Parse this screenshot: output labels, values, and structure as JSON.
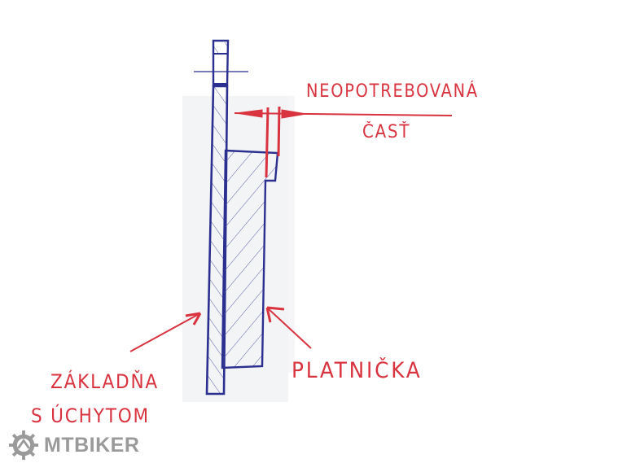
{
  "diagram": {
    "type": "hand-drawn cross-section sketch",
    "colors": {
      "ink_blue": "#2b2f8f",
      "hatch_blue": "#4a4f9e",
      "ink_red": "#d8333f",
      "watermark_gray": "#9a9a9a"
    },
    "labels": {
      "unused_part_line1": "NEOPOTREBOVANÁ",
      "unused_part_line2": "ČASŤ",
      "pad": "PLATNIČKA",
      "base_line1": "ZÁKLADŇA",
      "base_line2": "S ÚCHYTOM"
    },
    "parts": [
      {
        "name": "base with mount",
        "description": "tall narrow hatched backing plate with hole at top"
      },
      {
        "name": "pad",
        "description": "wider hatched friction material attached to base"
      },
      {
        "name": "unused part",
        "description": "step region at top of pad, marked by red dimension arrows"
      }
    ]
  },
  "watermark": {
    "icon": "gear-logo-icon",
    "text": "MTBIKER"
  }
}
